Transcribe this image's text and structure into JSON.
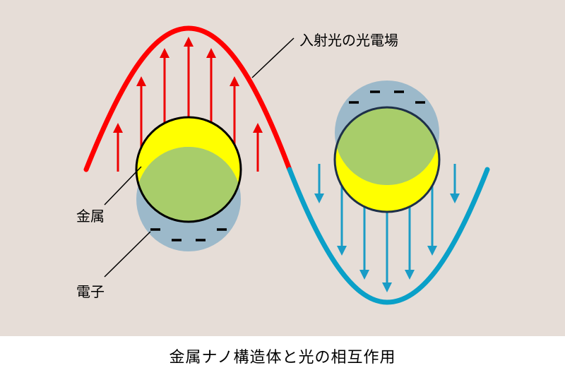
{
  "labels": {
    "light_field": "入射光の光電場",
    "metal": "金属",
    "electron": "電子"
  },
  "caption": "金属ナノ構造体と光の相互作用",
  "colors": {
    "background": "#e6ddd7",
    "wave_positive": "#ff0000",
    "wave_negative": "#0aa0c8",
    "arrow_up": "#ee0000",
    "arrow_down": "#1a9cc6",
    "particle_fill": "#ffff00",
    "electron_cloud": "#8eb3c8",
    "overlap": "#a8cd6a"
  },
  "charges": {
    "left_particle": "−",
    "right_particle": "−"
  }
}
